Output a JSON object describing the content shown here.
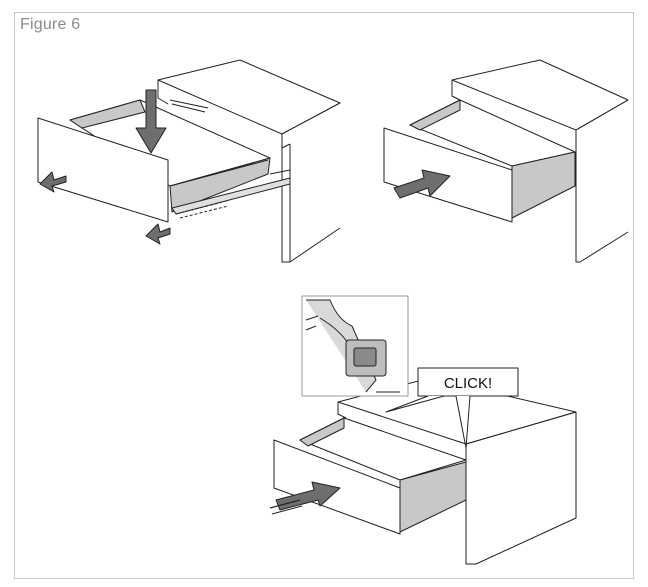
{
  "figure": {
    "label": "Figure 6"
  },
  "steps": [
    {
      "name": "remove-drawer"
    },
    {
      "name": "insert-drawer"
    },
    {
      "name": "push-until-click",
      "callout": "CLICK!"
    }
  ],
  "colors": {
    "frame": "#c9c9c9",
    "label": "#8a8a8a",
    "line": "#222222",
    "arrow": "#6e6e6e",
    "shade": "#c8c8c8",
    "panel": "#ffffff"
  },
  "icons": [
    "arrow-down-icon",
    "arrow-left-icon",
    "arrow-right-icon",
    "click-clip-detail"
  ]
}
